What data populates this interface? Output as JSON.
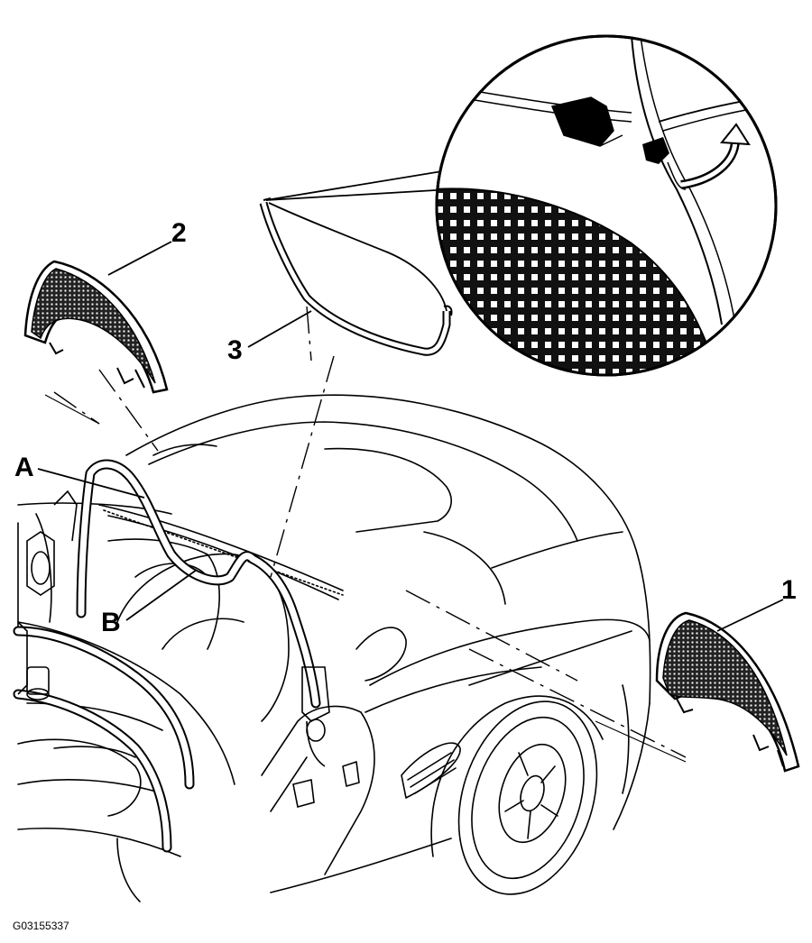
{
  "diagram": {
    "callouts": {
      "part1": "1",
      "part2": "2",
      "part3": "3",
      "pointA": "A",
      "pointB": "B"
    },
    "figure_id": "G03155337",
    "colors": {
      "line": "#000000",
      "background": "#ffffff",
      "mesh": "#111111",
      "hole": "#ffffff"
    }
  }
}
